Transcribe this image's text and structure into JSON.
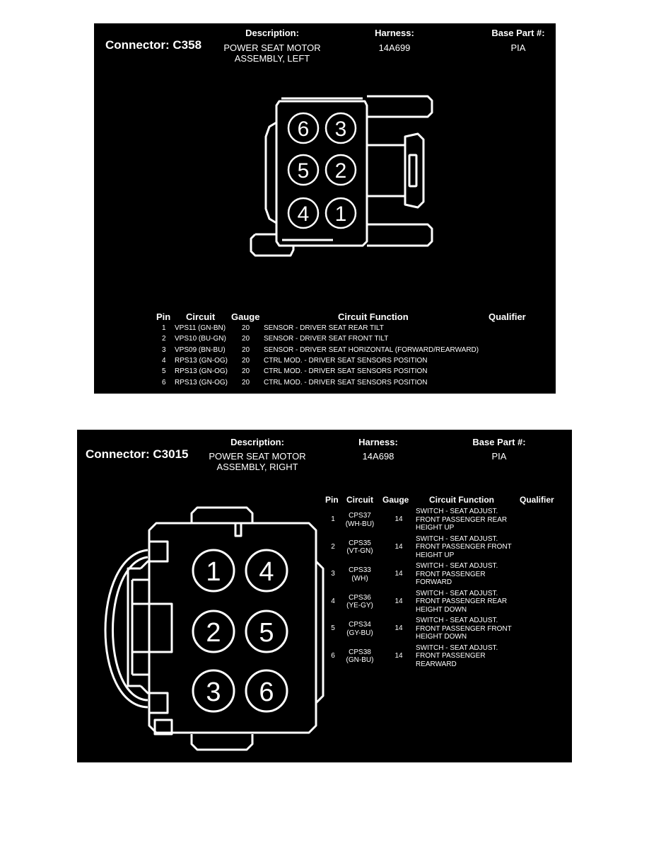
{
  "connector1": {
    "title": "Connector: C358",
    "description_label": "Description:",
    "description": [
      "POWER SEAT MOTOR",
      "ASSEMBLY, LEFT"
    ],
    "harness_label": "Harness:",
    "harness": "14A699",
    "base_part_label": "Base Part #:",
    "base_part": "PIA",
    "pins_shown": [
      "6",
      "3",
      "5",
      "2",
      "4",
      "1"
    ],
    "table": {
      "headers": [
        "Pin",
        "Circuit",
        "Gauge",
        "Circuit Function",
        "Qualifier"
      ],
      "rows": [
        {
          "pin": "1",
          "circuit": "VPS11 (GN-BN)",
          "gauge": "20",
          "function": "SENSOR - DRIVER SEAT REAR TILT",
          "qualifier": ""
        },
        {
          "pin": "2",
          "circuit": "VPS10 (BU-GN)",
          "gauge": "20",
          "function": "SENSOR - DRIVER SEAT FRONT TILT",
          "qualifier": ""
        },
        {
          "pin": "3",
          "circuit": "VPS09 (BN-BU)",
          "gauge": "20",
          "function": "SENSOR - DRIVER SEAT HORIZONTAL (FORWARD/REARWARD)",
          "qualifier": ""
        },
        {
          "pin": "4",
          "circuit": "RPS13 (GN-OG)",
          "gauge": "20",
          "function": "CTRL MOD. - DRIVER SEAT SENSORS POSITION",
          "qualifier": ""
        },
        {
          "pin": "5",
          "circuit": "RPS13 (GN-OG)",
          "gauge": "20",
          "function": "CTRL MOD. - DRIVER SEAT SENSORS POSITION",
          "qualifier": ""
        },
        {
          "pin": "6",
          "circuit": "RPS13 (GN-OG)",
          "gauge": "20",
          "function": "CTRL MOD. - DRIVER SEAT SENSORS POSITION",
          "qualifier": ""
        }
      ]
    }
  },
  "connector2": {
    "title": "Connector: C3015",
    "description_label": "Description:",
    "description": [
      "POWER SEAT MOTOR",
      "ASSEMBLY, RIGHT"
    ],
    "harness_label": "Harness:",
    "harness": "14A698",
    "base_part_label": "Base Part #:",
    "base_part": "PIA",
    "pins_shown": [
      "1",
      "4",
      "2",
      "5",
      "3",
      "6"
    ],
    "table": {
      "headers": [
        "Pin",
        "Circuit",
        "Gauge",
        "Circuit Function",
        "Qualifier"
      ],
      "rows": [
        {
          "pin": "1",
          "circuit": [
            "CPS37",
            "(WH-BU)"
          ],
          "gauge": "14",
          "function": [
            "SWITCH - SEAT ADJUST.",
            "FRONT PASSENGER REAR",
            "HEIGHT UP"
          ],
          "qualifier": ""
        },
        {
          "pin": "2",
          "circuit": [
            "CPS35",
            "(VT-GN)"
          ],
          "gauge": "14",
          "function": [
            "SWITCH - SEAT ADJUST.",
            "FRONT PASSENGER FRONT",
            "HEIGHT UP"
          ],
          "qualifier": ""
        },
        {
          "pin": "3",
          "circuit": [
            "CPS33",
            "(WH)"
          ],
          "gauge": "14",
          "function": [
            "SWITCH - SEAT ADJUST.",
            "FRONT PASSENGER",
            "FORWARD"
          ],
          "qualifier": ""
        },
        {
          "pin": "4",
          "circuit": [
            "CPS36",
            "(YE-GY)"
          ],
          "gauge": "14",
          "function": [
            "SWITCH - SEAT ADJUST.",
            "FRONT PASSENGER REAR",
            "HEIGHT DOWN"
          ],
          "qualifier": ""
        },
        {
          "pin": "5",
          "circuit": [
            "CPS34",
            "(GY-BU)"
          ],
          "gauge": "14",
          "function": [
            "SWITCH - SEAT ADJUST.",
            "FRONT PASSENGER FRONT",
            "HEIGHT DOWN"
          ],
          "qualifier": ""
        },
        {
          "pin": "6",
          "circuit": [
            "CPS38",
            "(GN-BU)"
          ],
          "gauge": "14",
          "function": [
            "SWITCH - SEAT ADJUST.",
            "FRONT PASSENGER",
            "REARWARD"
          ],
          "qualifier": ""
        }
      ]
    }
  }
}
